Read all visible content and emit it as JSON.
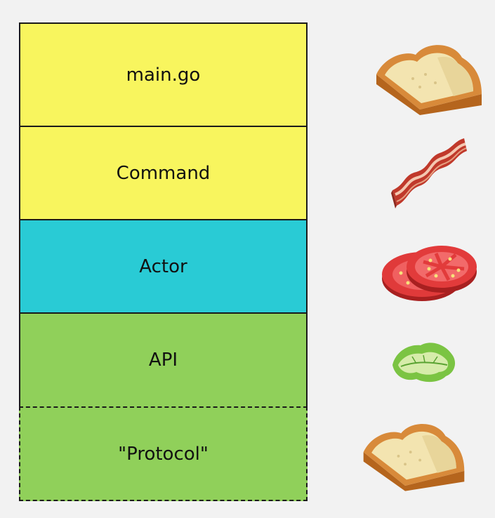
{
  "layers": [
    {
      "label": "main.go",
      "color": "#f8f55e",
      "border": "solid",
      "icon": "bread-slice-icon"
    },
    {
      "label": "Command",
      "color": "#f8f55e",
      "border": "solid",
      "icon": "bacon-icon"
    },
    {
      "label": "Actor",
      "color": "#29cbd5",
      "border": "solid",
      "icon": "tomato-slices-icon"
    },
    {
      "label": "API",
      "color": "#90d05a",
      "border": "solid",
      "icon": "lettuce-icon"
    },
    {
      "label": "\"Protocol\"",
      "color": "#90d05a",
      "border": "dashed",
      "icon": "bread-slice-icon"
    }
  ]
}
